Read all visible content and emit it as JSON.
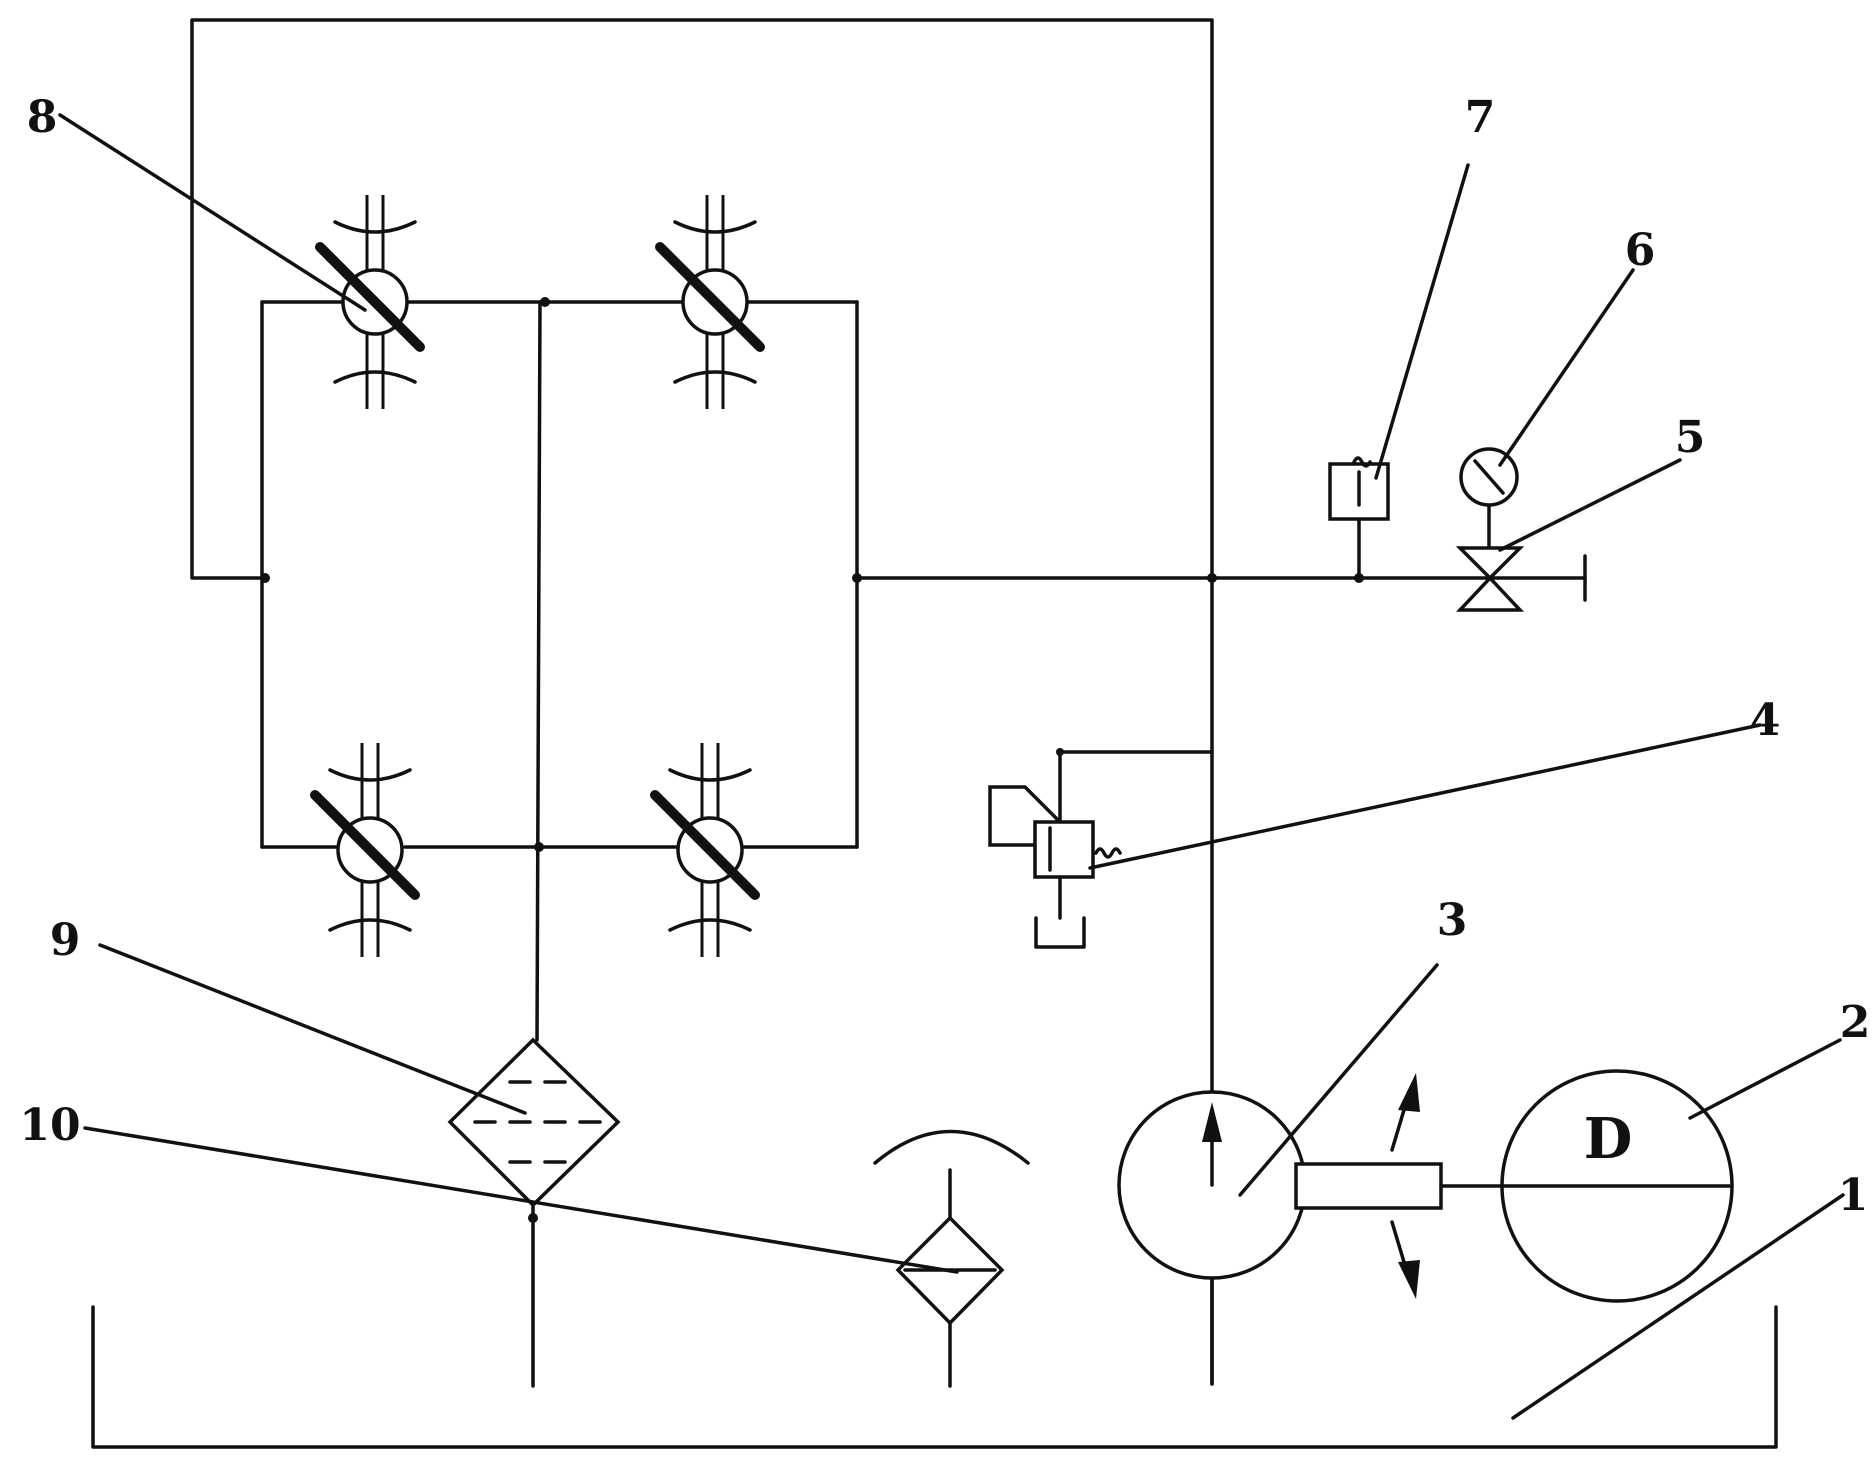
{
  "labels": {
    "l1": "1",
    "l2": "2",
    "l3": "3",
    "l4": "4",
    "l5": "5",
    "l6": "6",
    "l7": "7",
    "l8": "8",
    "l9": "9",
    "l10": "10",
    "motor": "D"
  },
  "colors": {
    "line": "#111111",
    "background": "#ffffff"
  }
}
